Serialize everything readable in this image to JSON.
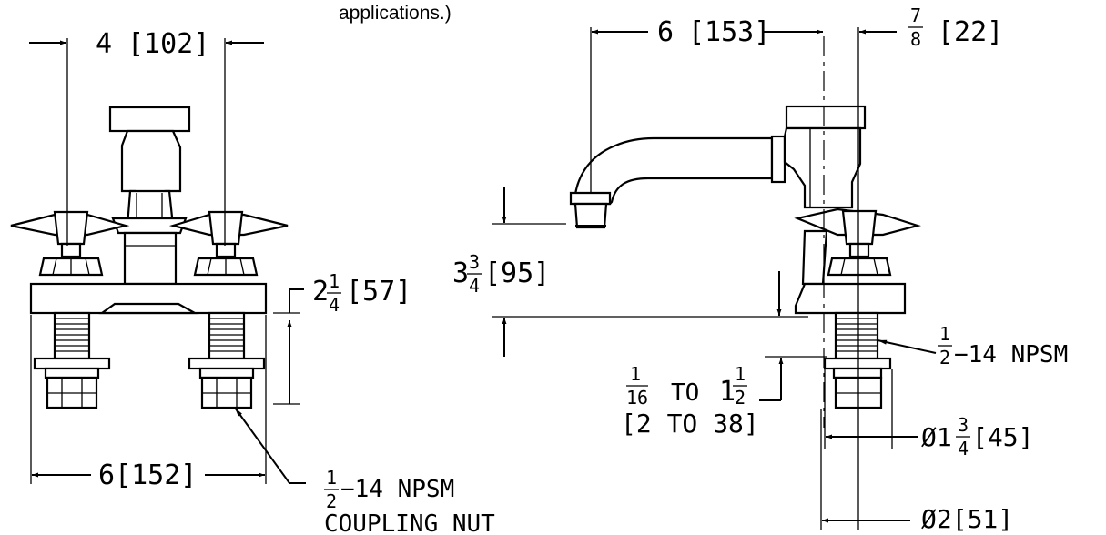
{
  "note": "applications.)",
  "front_view": {
    "dim_top_value": "4",
    "dim_top_metric": "[102]",
    "dim_height_whole": "2",
    "dim_height_num": "1",
    "dim_height_den": "4",
    "dim_height_metric": "[57]",
    "dim_bottom": "6[152]",
    "thread_num": "1",
    "thread_den": "2",
    "thread_spec": "−14 NPSM",
    "coupling_label": "COUPLING NUT"
  },
  "side_view": {
    "dim_reach": "6",
    "dim_reach_metric": "[153]",
    "dim_offset_num": "7",
    "dim_offset_den": "8",
    "dim_offset_metric": "[22]",
    "dim_spout_whole": "3",
    "dim_spout_num": "3",
    "dim_spout_den": "4",
    "dim_spout_metric": "[95]",
    "thread_num": "1",
    "thread_den": "2",
    "thread_spec": "−14 NPSM",
    "deck_min_num": "1",
    "deck_min_den": "16",
    "deck_to": "TO",
    "deck_max_whole": "1",
    "deck_max_num": "1",
    "deck_max_den": "2",
    "deck_metric": "[2 TO 38]",
    "dia_shank": "Ø1",
    "dia_shank_num": "3",
    "dia_shank_den": "4",
    "dia_shank_metric": "[45]",
    "dia_flange": "Ø2[51]"
  }
}
